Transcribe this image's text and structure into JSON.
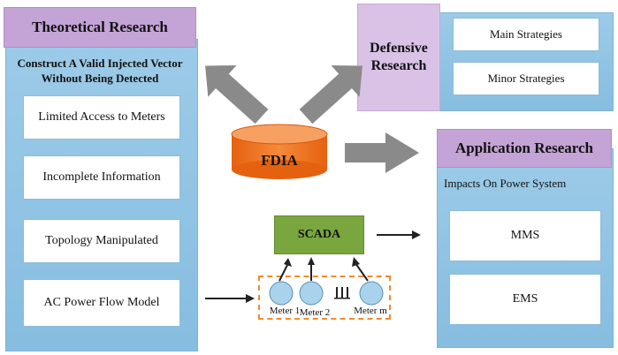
{
  "theoretical": {
    "title": "Theoretical Research",
    "subtitle_line1": "Construct A Valid Injected Vector",
    "subtitle_line2": "Without Being Detected",
    "items": [
      "Limited Access to Meters",
      "Incomplete Information",
      "Topology Manipulated",
      "AC Power Flow Model"
    ]
  },
  "defensive": {
    "title_line1": "Defensive",
    "title_line2": "Research",
    "items": [
      "Main Strategies",
      "Minor Strategies"
    ]
  },
  "fdia": {
    "label": "FDIA"
  },
  "application": {
    "title": "Application Research",
    "subtitle": "Impacts On Power System",
    "items": [
      "MMS",
      "EMS"
    ]
  },
  "scada": {
    "label": "SCADA",
    "meters": [
      "Meter 1",
      "Meter 2",
      "Meter m"
    ]
  },
  "colors": {
    "blue_panel": "#92c6e6",
    "purple_title": "#c4a3d6",
    "orange_cylinder": "#f0711e",
    "scada_green": "#7aa63f",
    "gray_arrow": "#8a8a8a",
    "meter_fill": "#a9d3ec",
    "dashed_orange": "#f28a2e"
  }
}
